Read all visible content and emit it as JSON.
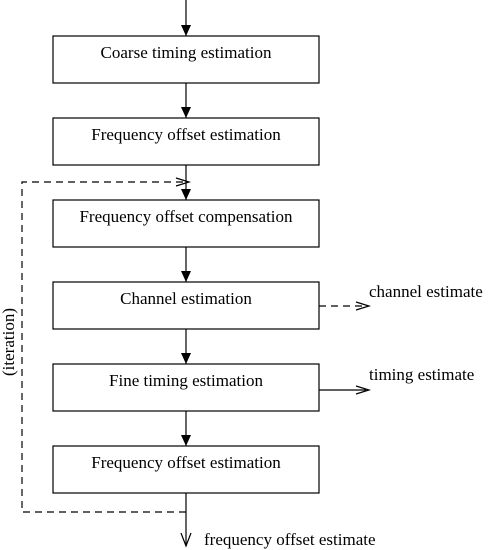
{
  "blocks": [
    {
      "label": "Coarse timing estimation"
    },
    {
      "label": "Frequency offset estimation"
    },
    {
      "label": "Frequency offset compensation"
    },
    {
      "label": "Channel estimation"
    },
    {
      "label": "Fine timing estimation"
    },
    {
      "label": "Frequency offset estimation"
    }
  ],
  "outputs": {
    "channel": "channel estimate",
    "timing": "timing estimate",
    "frequency": "frequency offset estimate"
  },
  "loop_label": "(iteration)"
}
